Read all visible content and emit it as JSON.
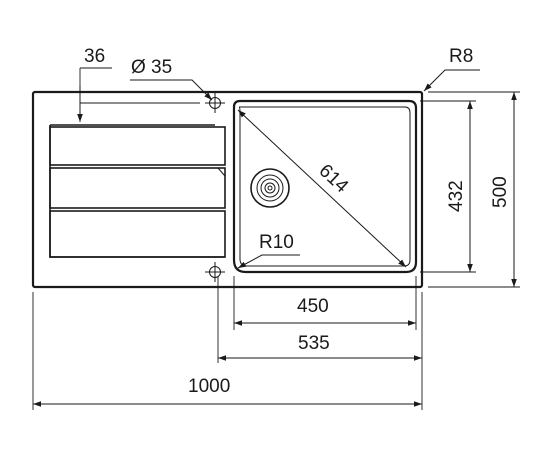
{
  "drawing": {
    "dimensions": {
      "overall_width": "1000",
      "overall_depth": "500",
      "bowl_inner_width": "450",
      "bowl_outer_width": "535",
      "bowl_depth": "432",
      "bowl_diagonal": "614",
      "tap_hole_offset": "36",
      "tap_hole_diameter": "Ø 35",
      "corner_radius_outer": "R8",
      "corner_radius_bowl": "R10"
    }
  }
}
